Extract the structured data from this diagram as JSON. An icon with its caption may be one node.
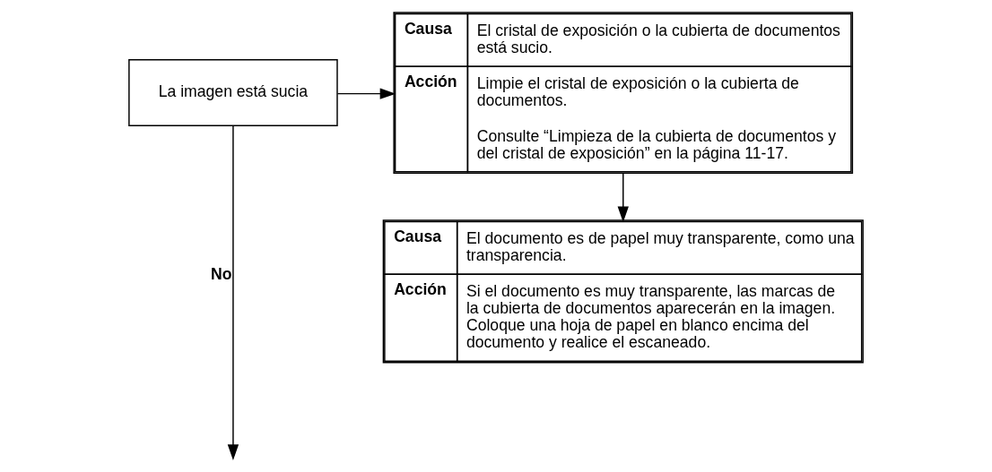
{
  "diagram": {
    "nodes": [
      {
        "text": [
          "La imagen está sucia"
        ]
      },
      {
        "text": [
          "Causa",
          "El cristal de exposición o la cubierta de documentos está sucio.",
          "Acción",
          "Limpie el cristal de exposición o la cubierta de documentos.",
          "Consulte “Limpieza de la cubierta de documentos y del cristal de exposición” en la página 11-17."
        ]
      },
      {
        "text": [
          "Causa",
          "El documento es de papel muy transparente, como una transparencia.",
          "Acción",
          "Si el documento es muy transparente, las marcas de la cubierta de documentos aparecerán en la imagen. Coloque una hoja de papel en blanco encima del documento y realice el escaneado."
        ]
      }
    ],
    "edges": [
      {
        "from": 0,
        "to": 1,
        "arrow": "to"
      },
      {
        "from": 1,
        "to": 2,
        "arrow": "to"
      },
      {
        "from": 0,
        "to": null,
        "arrow": "to",
        "label": "No"
      }
    ]
  }
}
